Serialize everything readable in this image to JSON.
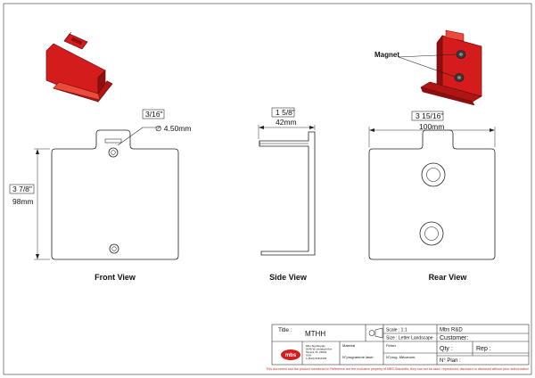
{
  "colors": {
    "part_red": "#d41c1c",
    "part_dark": "#8e0f0f",
    "part_light": "#ec4a3a",
    "footer_red": "#e02020"
  },
  "labels": {
    "magnet": "Magnet",
    "front_view": "Front View",
    "side_view": "Side View",
    "rear_view": "Rear View"
  },
  "dimensions": {
    "hole_in": "3/16\"",
    "hole_mm": "∅ 4.50mm",
    "height_in": "3 7/8\"",
    "height_mm": "98mm",
    "depth_in": "1 5/8\"",
    "depth_mm": "42mm",
    "width_in": "3 15/16\"",
    "width_mm": "100mm"
  },
  "title_block": {
    "title_label": "Title :",
    "title_value": "MTHH",
    "scale": "Scale : 1:1",
    "size": "Size : Letter Landscape",
    "company": "Mbs R&D",
    "customer": "Customer:",
    "material": "Material",
    "finish": "Finish",
    "qty": "Qty :",
    "rep": "Rep :",
    "programme": "N°programme laser:",
    "prog_mecanum": "N°prog. Mécanum.",
    "plan": "N° Plan :",
    "logo": "mbs",
    "address": [
      "Mbs SignSupply",
      "5040 W Lindaugh Ave",
      "Tampa, FL 33634",
      "USA",
      "1-(813) 538-6325"
    ]
  },
  "footer": "This document and the product mentioned in Reference are the exclusive property of MBS-Standoffs; they can not be used, reproduced, disclosed or disclosed without prior authorization"
}
